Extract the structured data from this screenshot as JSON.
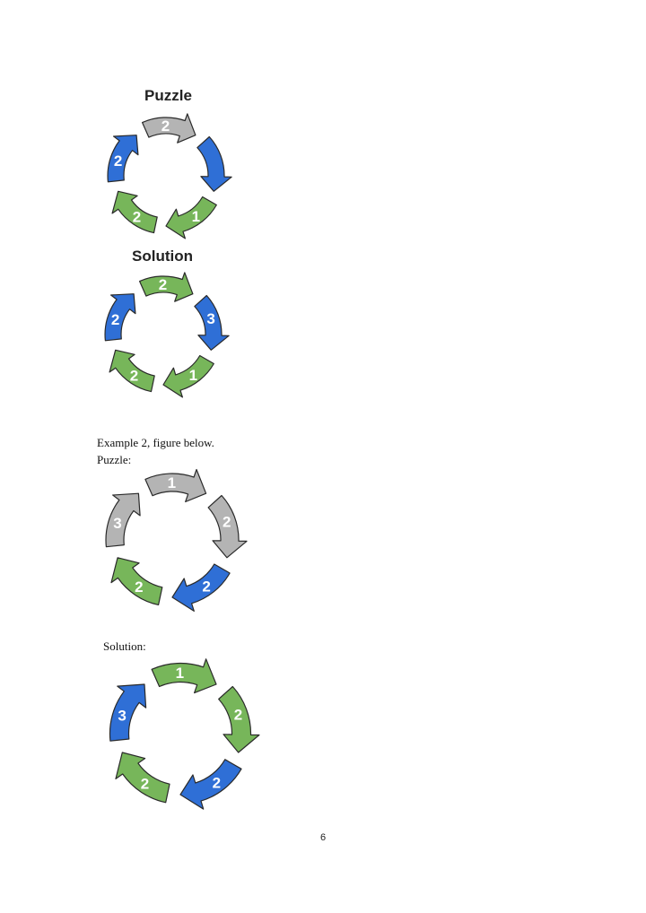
{
  "colors": {
    "gray": "#b4b4b4",
    "green": "#77b65a",
    "blue": "#2f6fd6",
    "outline": "#2a2a2a",
    "number": "#ffffff"
  },
  "figure1": {
    "puzzle_title": "Puzzle",
    "solution_title": "Solution",
    "puzzle_arrows": [
      {
        "color": "gray",
        "label": "2"
      },
      {
        "color": "blue",
        "label": ""
      },
      {
        "color": "green",
        "label": "1"
      },
      {
        "color": "green",
        "label": "2"
      },
      {
        "color": "blue",
        "label": "2"
      }
    ],
    "solution_arrows": [
      {
        "color": "green",
        "label": "2"
      },
      {
        "color": "blue",
        "label": "3"
      },
      {
        "color": "green",
        "label": "1"
      },
      {
        "color": "green",
        "label": "2"
      },
      {
        "color": "blue",
        "label": "2"
      }
    ]
  },
  "example2": {
    "intro": "Example 2, figure below.",
    "puzzle_label": "Puzzle:",
    "solution_label": "Solution:",
    "puzzle_arrows": [
      {
        "color": "gray",
        "label": "1"
      },
      {
        "color": "gray",
        "label": "2"
      },
      {
        "color": "blue",
        "label": "2"
      },
      {
        "color": "green",
        "label": "2"
      },
      {
        "color": "gray",
        "label": "3"
      }
    ],
    "solution_arrows": [
      {
        "color": "green",
        "label": "1"
      },
      {
        "color": "green",
        "label": "2"
      },
      {
        "color": "blue",
        "label": "2"
      },
      {
        "color": "green",
        "label": "2"
      },
      {
        "color": "blue",
        "label": "3"
      }
    ]
  },
  "page_number": "6"
}
